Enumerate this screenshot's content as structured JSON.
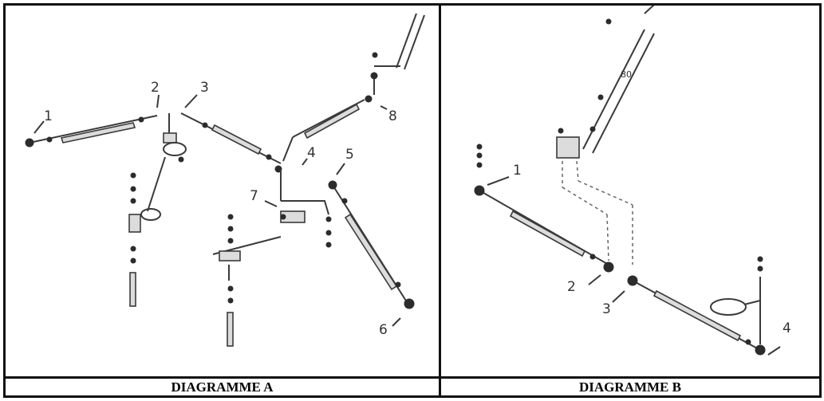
{
  "diagram_a": {
    "caption": "DIAGRAMME A",
    "labels": [
      "1",
      "2",
      "3",
      "4",
      "5",
      "6",
      "7",
      "8"
    ]
  },
  "diagram_b": {
    "caption": "DIAGRAMME B",
    "labels": [
      "1",
      "2",
      "3",
      "4"
    ]
  },
  "colors": {
    "border": "#111111",
    "linework": "#3a3a3a",
    "background": "#ffffff"
  }
}
